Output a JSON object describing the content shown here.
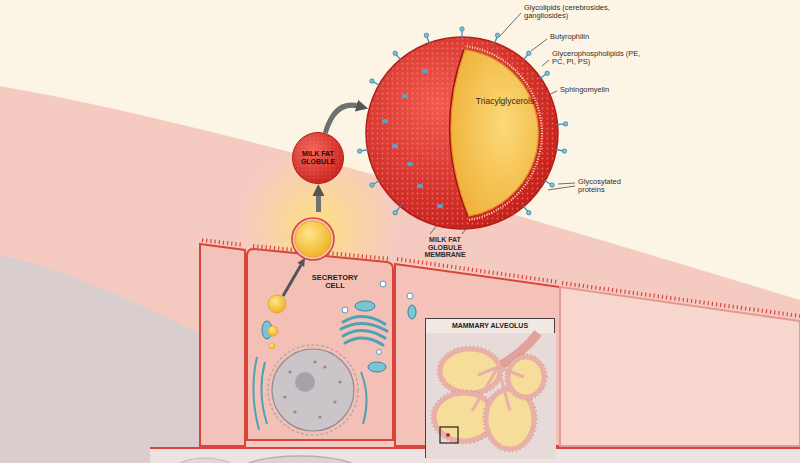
{
  "diagram": {
    "nodes": [
      {
        "text": [
          "Triacylglycerols"
        ]
      },
      {
        "text": [
          "MILK FAT GLOBULE"
        ]
      },
      {
        "text": [
          "SECRETORY CELL"
        ]
      },
      {
        "text": [
          "MAMMARY ALVEOLUS"
        ]
      }
    ],
    "edges": [
      {
        "from": 2,
        "to": 1,
        "arrow": "to"
      },
      {
        "from": 1,
        "to": 0,
        "arrow": "to"
      }
    ],
    "labels": [
      "Glycolipids (cerebrosides, gangliosides)",
      "Butyrophilin",
      "Glycerophospholipids (PE, PC, PI, PS)",
      "Sphingomyelin",
      "Glycosylated proteins",
      "MILK FAT GLOBULE MEMBRANE"
    ]
  }
}
